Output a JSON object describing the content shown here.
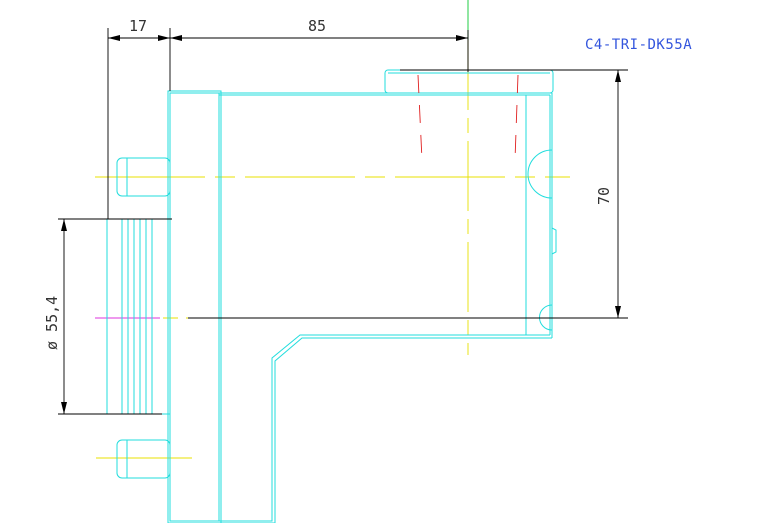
{
  "part_label": "C4-TRI-DK55A",
  "dimensions": {
    "top_left": "17",
    "top_main": "85",
    "height": "70",
    "diameter": "ø 55,4"
  },
  "colors": {
    "outline": "#22dddd",
    "dimension": "#000000",
    "centerline": "#e8e000",
    "hidden_line": "#e02020",
    "label": "#3355dd"
  }
}
